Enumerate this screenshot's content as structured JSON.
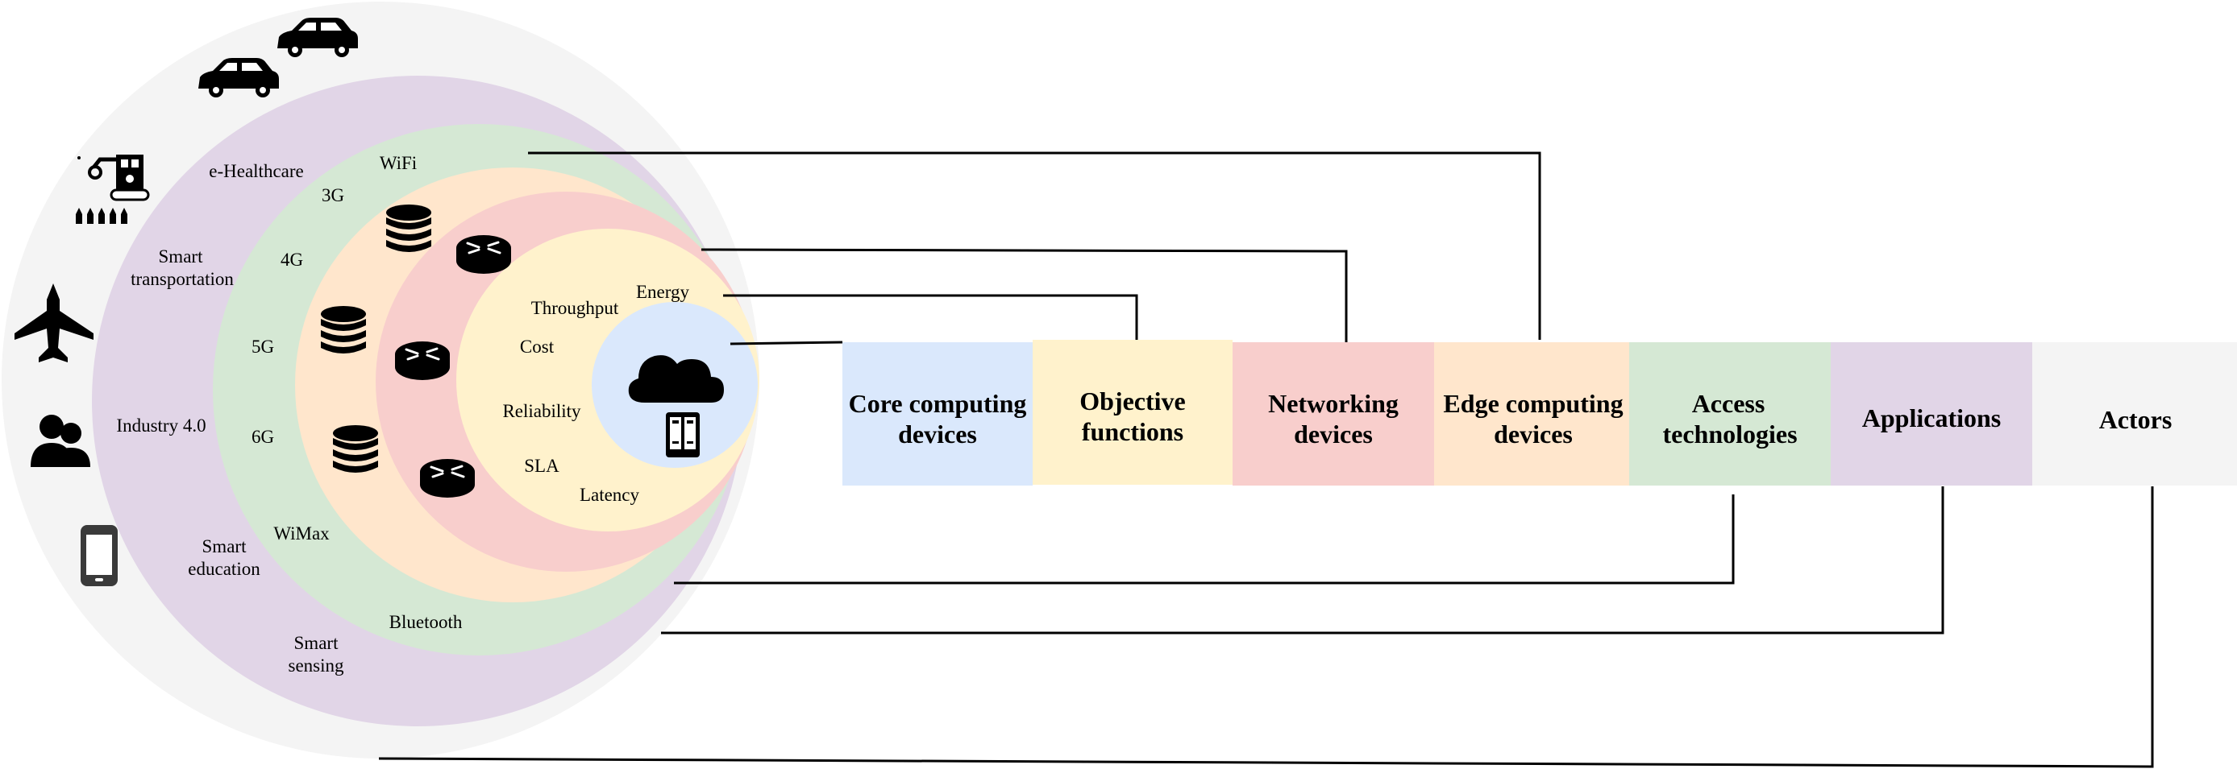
{
  "colors": {
    "actors": "#f4f4f4",
    "applications": "#e1d5e7",
    "access": "#d5e8d4",
    "edge": "#ffe6cc",
    "networking": "#f8cecc",
    "objective": "#fff2cc",
    "core": "#dae8fc"
  },
  "layers": {
    "core": "Core computing devices",
    "objective": "Objective functions",
    "networking": "Networking devices",
    "edge": "Edge computing devices",
    "access": "Access technologies",
    "applications": "Applications",
    "actors": "Actors"
  },
  "applications": {
    "ehealthcare": "e-Healthcare",
    "transport_1": "Smart",
    "transport_2": "transportation",
    "industry": "Industry 4.0",
    "education_1": "Smart",
    "education_2": "education",
    "sensing_1": "Smart",
    "sensing_2": "sensing"
  },
  "access": {
    "wifi": "WiFi",
    "g3": "3G",
    "g4": "4G",
    "g5": "5G",
    "g6": "6G",
    "wimax": "WiMax",
    "bluetooth": "Bluetooth"
  },
  "objectives": {
    "throughput": "Throughput",
    "energy": "Energy",
    "cost": "Cost",
    "reliability": "Reliability",
    "sla": "SLA",
    "latency": "Latency"
  },
  "icons": {
    "actors": [
      "car-icon",
      "car-icon",
      "robot-arm-icon",
      "airplane-icon",
      "users-icon",
      "smartphone-icon"
    ],
    "edge": "database-icon",
    "networking": "router-icon",
    "core": "cloud-server-icon"
  }
}
